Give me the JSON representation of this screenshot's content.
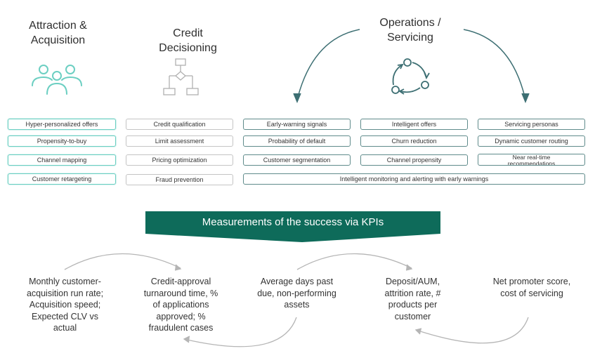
{
  "columns": {
    "attraction": {
      "title": "Attraction &\nAcquisition",
      "icon": "people-group-icon"
    },
    "credit": {
      "title": "Credit\nDecisioning",
      "icon": "flowchart-icon"
    },
    "operations": {
      "title": "Operations /\nServicing",
      "icon": "cycle-arrows-icon"
    }
  },
  "pills": {
    "attraction": [
      "Hyper-personalized offers",
      "Propensity-to-buy",
      "Channel mapping",
      "Customer retargeting"
    ],
    "credit": [
      "Credit qualification",
      "Limit assessment",
      "Pricing optimization",
      "Fraud prevention"
    ],
    "ops1": [
      "Early-warning signals",
      "Probability of default",
      "Customer segmentation"
    ],
    "ops2": [
      "Intelligent offers",
      "Churn reduction",
      "Channel propensity"
    ],
    "ops3": [
      "Servicing personas",
      "Dynamic customer routing",
      "Near real-time\nrecommendations"
    ],
    "ops_wide": "Intelligent monitoring and alerting with early warnings"
  },
  "banner": {
    "text": "Measurements of the success via KPIs",
    "color": "#0e6b5a"
  },
  "kpis": [
    "Monthly customer-\nacquisition run rate;\nAcquisition speed;\nExpected CLV vs\nactual",
    "Credit-approval\nturnaround time, %\nof applications\napproved; %\nfraudulent cases",
    "Average days past\ndue, non-performing\nassets",
    "Deposit/AUM,\nattrition rate, #\nproducts per\ncustomer",
    "Net promoter score,\ncost of servicing"
  ],
  "colors": {
    "teal": "#6ccfc2",
    "dark_teal": "#3d6f73",
    "grey_arrow": "#b5b5b5"
  }
}
